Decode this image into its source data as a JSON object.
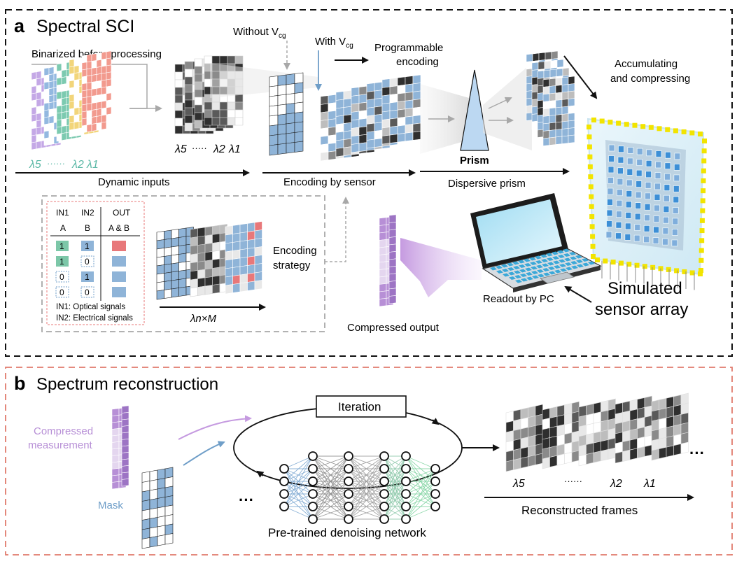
{
  "panel_a": {
    "letter": "a",
    "title": "Spectral SCI",
    "binarized_label": "Binarized before processing",
    "input_lambda": {
      "l5": "λ5",
      "dots": "······",
      "l2": "λ2",
      "l1": "λ1"
    },
    "binary_lambda": {
      "l5": "λ5",
      "dots": "·····",
      "l2": "λ2",
      "l1": "λ1"
    },
    "dynamic_inputs": "Dynamic inputs",
    "without_vcg": "Without V",
    "with_vcg": "With V",
    "vcg_sub": "cg",
    "programmable_1": "Programmable",
    "programmable_2": "encoding",
    "encoding_by_sensor": "Encoding by sensor",
    "prism": "Prism",
    "dispersive_prism": "Dispersive prism",
    "accumulating_1": "Accumulating",
    "accumulating_2": "and compressing",
    "simulated_1": "Simulated",
    "simulated_2": "sensor array",
    "readout": "Readout by PC",
    "compressed_output": "Compressed  output",
    "encoding_strategy_1": "Encoding",
    "encoding_strategy_2": "strategy",
    "lambda_n_m": "λn×M",
    "truth_table": {
      "headers": [
        "IN1",
        "IN2",
        "OUT"
      ],
      "subheaders": [
        "A",
        "B",
        "A & B"
      ],
      "rows": [
        [
          "1",
          "1"
        ],
        [
          "1",
          "0"
        ],
        [
          "0",
          "1"
        ],
        [
          "0",
          "0"
        ]
      ],
      "note1": "IN1: Optical signals",
      "note2": "IN2: Electrical signals"
    }
  },
  "panel_b": {
    "letter": "b",
    "title": "Spectrum reconstruction",
    "compressed_1": "Compressed",
    "compressed_2": "measurement",
    "mask": "Mask",
    "iteration": "Iteration",
    "network": "Pre-trained denoising network",
    "ellipsis_left": "···",
    "ellipsis_right": "···",
    "reconstructed": "Reconstructed frames",
    "frame_lambda": {
      "l5": "λ5",
      "dots": "······",
      "l2": "λ2",
      "l1": "λ1"
    }
  },
  "colors": {
    "panel_a_border": "#111111",
    "panel_b_border": "#e07a6c",
    "mask_blue": "#8fb4d8",
    "purple": "#b78fd6",
    "red": "#e8787a",
    "green": "#7cc7a8",
    "yellow": "#f2e400",
    "teal_label": "#5bb8a6",
    "purple_label": "#b78fd6",
    "blue_label": "#6f9ec8"
  }
}
